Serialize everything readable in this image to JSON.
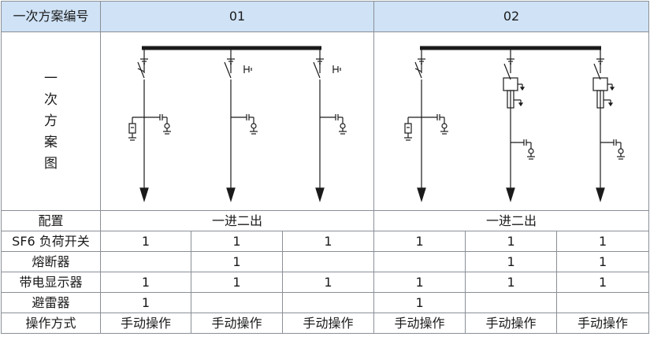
{
  "header": {
    "row_label": "一次方案编号",
    "scheme_01": "01",
    "scheme_02": "02"
  },
  "diagram_row": {
    "label_chars": [
      "一",
      "次",
      "方",
      "案",
      "图"
    ]
  },
  "config_row": {
    "label": "配置",
    "scheme_01": "一进二出",
    "scheme_02": "一进二出"
  },
  "rows": [
    {
      "label": "SF6 负荷开关",
      "values": [
        "1",
        "1",
        "1",
        "1",
        "1",
        "1"
      ]
    },
    {
      "label": "熔断器",
      "values": [
        "",
        "1",
        "",
        "",
        "1",
        "1"
      ]
    },
    {
      "label": "带电显示器",
      "values": [
        "1",
        "1",
        "1",
        "1",
        "1",
        "1"
      ]
    },
    {
      "label": "避雷器",
      "values": [
        "1",
        "",
        "",
        "1",
        "",
        ""
      ]
    },
    {
      "label": "操作方式",
      "values": [
        "手动操作",
        "手动操作",
        "手动操作",
        "手动操作",
        "手动操作",
        "手动操作"
      ]
    }
  ],
  "colors": {
    "header_bg": "#cfe2f6",
    "grid_line": "#8a8f96",
    "ink": "#1a1a1a"
  }
}
